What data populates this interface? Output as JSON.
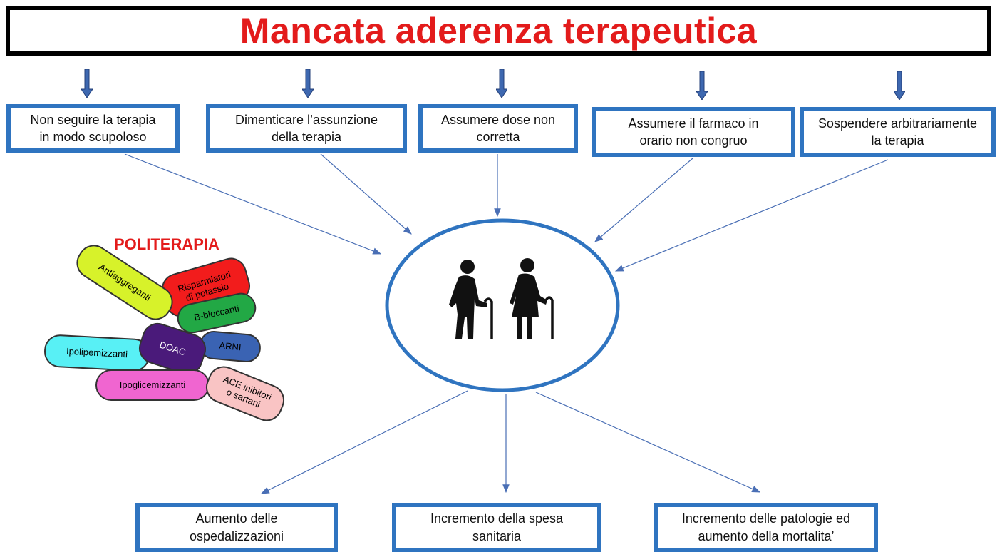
{
  "title": "Mancata aderenza terapeutica",
  "causes": [
    "Non seguire  la terapia\nin modo scupoloso",
    "Dimenticare l’assunzione\ndella terapia",
    "Assumere dose non\ncorretta",
    "Assumere il  farmaco in\norario non congruo",
    "Sospendere arbitrariamente\nla terapia"
  ],
  "effects": [
    "Aumento delle\nospedalizzazioni",
    "Incremento della spesa\nsanitaria",
    "Incremento delle patologie ed\naumento della mortalita’"
  ],
  "politerapia": {
    "label": "POLITERAPIA",
    "pills": [
      {
        "label": "Antiaggreganti",
        "color": "#d7f22a"
      },
      {
        "label": "Risparmiatori\ndi potassio",
        "color": "#f21c1c"
      },
      {
        "label": "B-bloccanti",
        "color": "#22a845"
      },
      {
        "label": "ARNI",
        "color": "#3a63b3"
      },
      {
        "label": "DOAC",
        "color": "#4a1a7a"
      },
      {
        "label": "Ipolipemizzanti",
        "color": "#58f0f5"
      },
      {
        "label": "Ipoglicemizzanti",
        "color": "#f065d0"
      },
      {
        "label": "ACE inibitori\no sartani",
        "color": "#f9c4c4"
      }
    ]
  },
  "colors": {
    "title": "#e31b1b",
    "box_border": "#2f74c0",
    "arrow": "#4a6fb5",
    "ellipse": "#2f74c0"
  },
  "center_icon": "elderly-couple-icon"
}
